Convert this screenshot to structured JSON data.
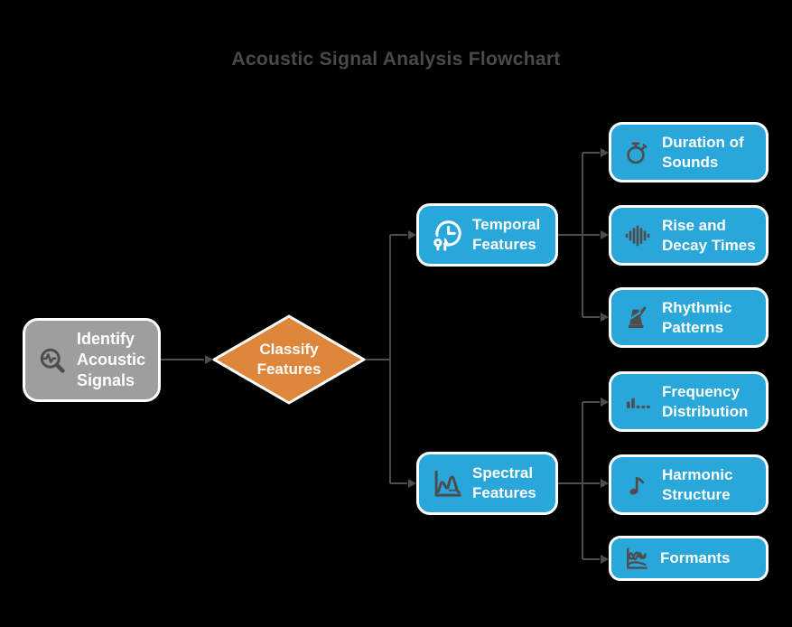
{
  "title": "Acoustic Signal Analysis Flowchart",
  "colors": {
    "background": "#000000",
    "title-text": "#4a4a4a",
    "node-blue": "#29a7db",
    "node-gray": "#9e9e9e",
    "diamond-orange": "#de873b",
    "node-border": "#ffffff",
    "node-text": "#ffffff",
    "connector": "#4d4d4d",
    "icon-dark": "#4d4d4d",
    "icon-light": "#ffffff"
  },
  "nodes": {
    "identify": {
      "label": "Identify Acoustic Signals",
      "shape": "rounded-rect",
      "fill": "gray",
      "icon": "waveform-magnifier-icon"
    },
    "classify": {
      "label": "Classify Features",
      "shape": "diamond",
      "fill": "orange",
      "icon": null
    },
    "temporal": {
      "label": "Temporal Features",
      "shape": "rounded-rect",
      "fill": "blue",
      "icon": "clock-icon"
    },
    "spectral": {
      "label": "Spectral Features",
      "shape": "rounded-rect",
      "fill": "blue",
      "icon": "spectrum-curve-icon"
    },
    "duration": {
      "label": "Duration of Sounds",
      "shape": "rounded-rect",
      "fill": "blue",
      "icon": "stopwatch-icon"
    },
    "rise_decay": {
      "label": "Rise and Decay Times",
      "shape": "rounded-rect",
      "fill": "blue",
      "icon": "sound-bars-icon"
    },
    "rhythmic": {
      "label": "Rhythmic Patterns",
      "shape": "rounded-rect",
      "fill": "blue",
      "icon": "metronome-icon"
    },
    "frequency": {
      "label": "Frequency Distribution",
      "shape": "rounded-rect",
      "fill": "blue",
      "icon": "mini-bar-chart-icon"
    },
    "harmonic": {
      "label": "Harmonic Structure",
      "shape": "rounded-rect",
      "fill": "blue",
      "icon": "music-note-icon"
    },
    "formants": {
      "label": "Formants",
      "shape": "rounded-rect",
      "fill": "blue",
      "icon": "overlapping-curves-icon"
    }
  },
  "edges": [
    {
      "from": "identify",
      "to": "classify"
    },
    {
      "from": "classify",
      "to": "temporal"
    },
    {
      "from": "classify",
      "to": "spectral"
    },
    {
      "from": "temporal",
      "to": "duration"
    },
    {
      "from": "temporal",
      "to": "rise_decay"
    },
    {
      "from": "temporal",
      "to": "rhythmic"
    },
    {
      "from": "spectral",
      "to": "frequency"
    },
    {
      "from": "spectral",
      "to": "harmonic"
    },
    {
      "from": "spectral",
      "to": "formants"
    }
  ]
}
